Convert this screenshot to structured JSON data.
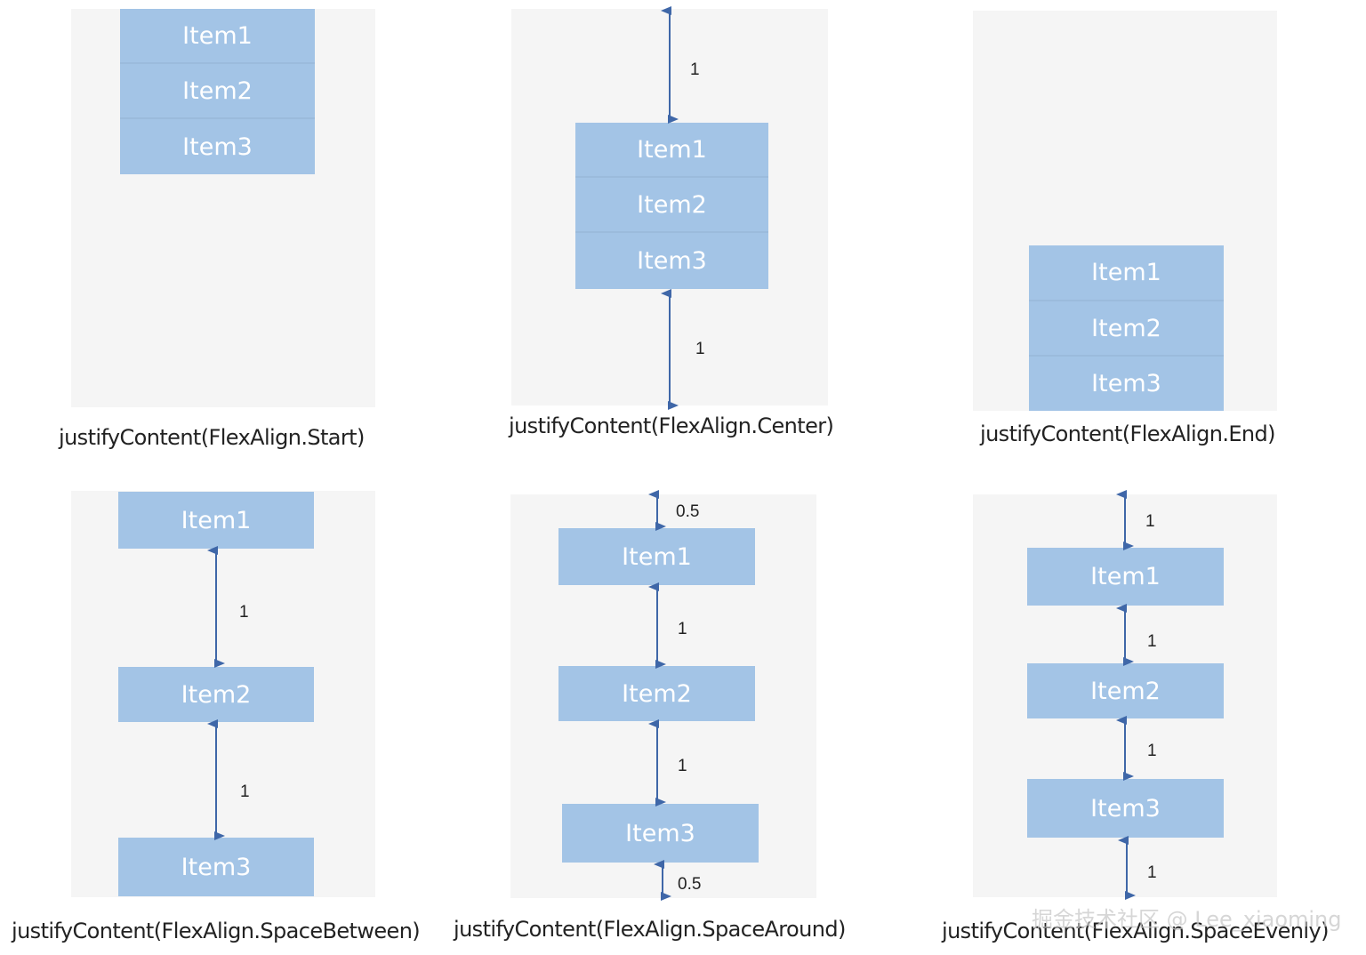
{
  "item_labels": [
    "Item1",
    "Item2",
    "Item3"
  ],
  "captions": {
    "start": "justifyContent(FlexAlign.Start)",
    "center": "justifyContent(FlexAlign.Center)",
    "end": "justifyContent(FlexAlign.End)",
    "space_between": "justifyContent(FlexAlign.SpaceBetween)",
    "space_around": "justifyContent(FlexAlign.SpaceAround)",
    "space_evenly": "justifyContent(FlexAlign.SpaceEvenly)"
  },
  "gaps": {
    "full": "1",
    "half": "0.5"
  },
  "watermark": "掘金技术社区 @ Lee_xiaoming",
  "colors": {
    "item_fill": "#a3c4e6",
    "panel_bg": "#f5f5f5",
    "arrow": "#3f67a8",
    "item_text": "#ffffff"
  }
}
